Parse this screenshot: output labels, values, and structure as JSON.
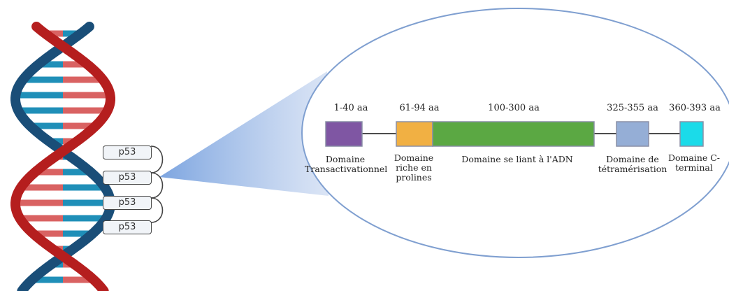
{
  "protein": "p53",
  "colors": {
    "strand_blue": "#1a4e78",
    "strand_red": "#b51e1e",
    "rung_blue": "#1f8fb8",
    "rung_red": "#d96262",
    "ellipse_border": "#7f9fd0",
    "cone_fill": "#7da5e0",
    "link_line": "#111111"
  },
  "tetramer_labels": [
    "p53",
    "p53",
    "p53",
    "p53"
  ],
  "domains": [
    {
      "id": "transactivation",
      "range": "1-40 aa",
      "label_lines": [
        "Domaine",
        "Transactivationnel"
      ],
      "color": "#7f56a3"
    },
    {
      "id": "proline",
      "range": "61-94 aa",
      "label_lines": [
        "Domaine",
        "riche en",
        "prolines"
      ],
      "color": "#f1b043"
    },
    {
      "id": "dna-binding",
      "range": "100-300 aa",
      "label_lines": [
        "Domaine se liant à l'ADN"
      ],
      "color": "#5ba843"
    },
    {
      "id": "tetramerization",
      "range": "325-355 aa",
      "label_lines": [
        "Domaine de",
        "tétramérisation"
      ],
      "color": "#95aed6"
    },
    {
      "id": "c-terminal",
      "range": "360-393 aa",
      "label_lines": [
        "Domaine C-",
        "terminal"
      ],
      "color": "#1bdbe9"
    }
  ]
}
